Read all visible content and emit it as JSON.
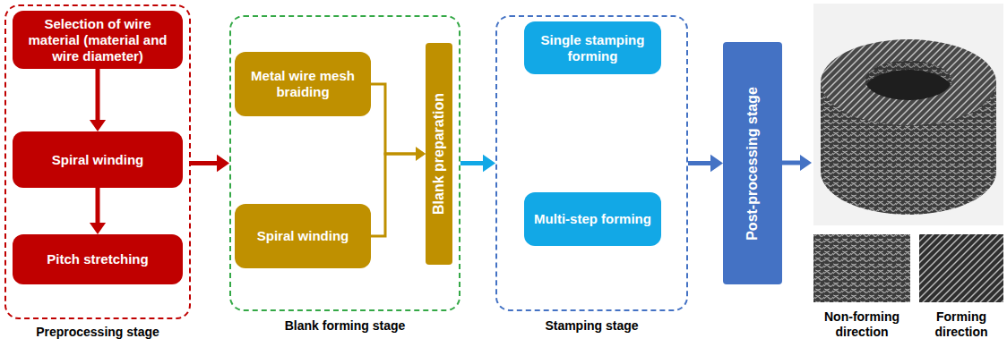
{
  "diagram": {
    "nodes": [
      {
        "text": [
          "Preprocessing stage"
        ]
      },
      {
        "text": [
          "Selection of wire material (material and wire diameter)"
        ],
        "in": 0
      },
      {
        "text": [
          "Spiral winding"
        ],
        "in": 0
      },
      {
        "text": [
          "Pitch stretching"
        ],
        "in": 0
      },
      {
        "text": [
          "Blank forming stage"
        ]
      },
      {
        "text": [
          "Metal wire mesh braiding"
        ],
        "in": 4
      },
      {
        "text": [
          "Spiral winding"
        ],
        "in": 4
      },
      {
        "text": [
          "Blank preparation"
        ],
        "in": 4
      },
      {
        "text": [
          "Stamping stage"
        ]
      },
      {
        "text": [
          "Single stamping forming"
        ],
        "in": 8
      },
      {
        "text": [
          "Multi-step forming"
        ],
        "in": 8
      },
      {
        "text": [
          "Post-processing stage"
        ]
      }
    ],
    "edges": [
      {
        "from": 1,
        "to": 2,
        "arrow": "to"
      },
      {
        "from": 2,
        "to": 3,
        "arrow": "to"
      },
      {
        "from": 0,
        "to": 4,
        "arrow": "to"
      },
      {
        "from": 5,
        "to": 7,
        "arrow": "to"
      },
      {
        "from": 6,
        "to": 7,
        "arrow": "to"
      },
      {
        "from": 4,
        "to": 8,
        "arrow": "to"
      },
      {
        "from": 8,
        "to": 11,
        "arrow": "to"
      }
    ],
    "labels": [
      "Non-forming direction",
      "Forming direction"
    ]
  }
}
